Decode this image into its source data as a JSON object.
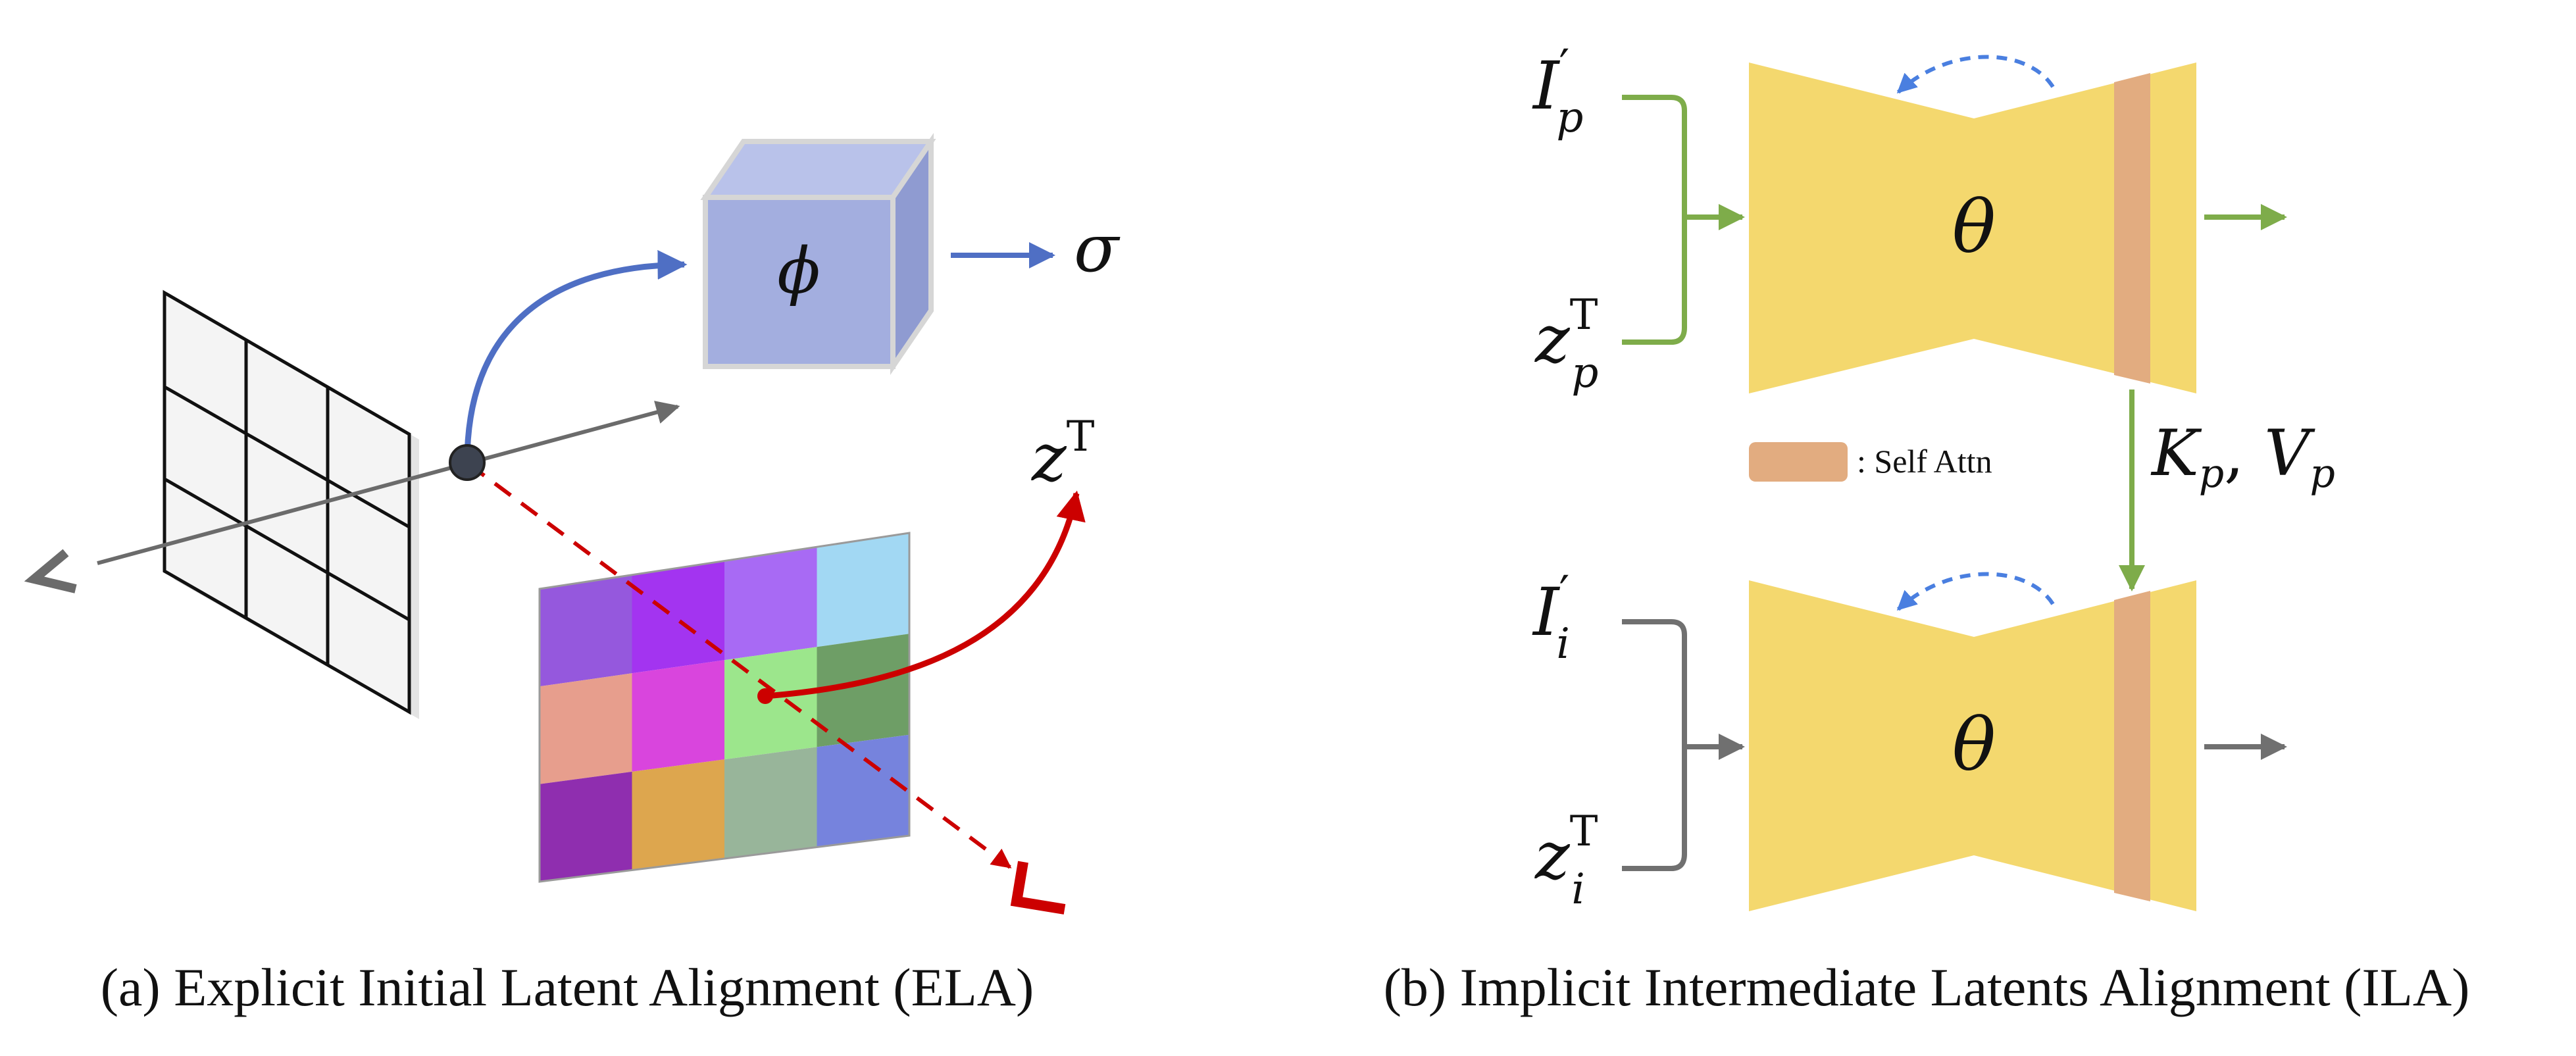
{
  "panel_a": {
    "caption": "(a) Explicit Initial Latent Alignment (ELA)",
    "cube_label": "ϕ",
    "sigma_label": "σ",
    "latent_label": {
      "base": "z",
      "sup": "T"
    },
    "grid_colors": [
      [
        "#9558dd",
        "#a334f0",
        "#a86af4",
        "#a2d8f3"
      ],
      [
        "#e79e8d",
        "#d945dd",
        "#9ce68c",
        "#6e9e66"
      ],
      [
        "#8f2eaf",
        "#dda64e",
        "#98b59a",
        "#7683dd"
      ]
    ],
    "colors": {
      "mlp": "#4f6fc4",
      "latent_ray": "#cc0000",
      "ray": "#6b6b6b",
      "cube_front": "#a3aedf",
      "cube_top": "#b9c2ea",
      "cube_side": "#8f9bd1"
    }
  },
  "panel_b": {
    "caption": "(b) Implicit Intermediate Latents Alignment (ILA)",
    "top_unet": {
      "label": "θ",
      "input_image": {
        "base": "I",
        "prime": "′",
        "sub": "p"
      },
      "input_latent": {
        "base": "z",
        "sup": "T",
        "sub": "p"
      }
    },
    "bottom_unet": {
      "label": "θ",
      "input_image": {
        "base": "I",
        "prime": "′",
        "sub": "i"
      },
      "input_latent": {
        "base": "z",
        "sup": "T",
        "sub": "i"
      }
    },
    "kv_label": "K_p, V_p",
    "legend": {
      "label": ": Self Attn"
    },
    "colors": {
      "unet": "#f4d86e",
      "self_attn": "#e2ac80",
      "top_arrow": "#7eac4a",
      "bottom_arrow": "#707070",
      "skip": "#4a7fe0"
    }
  }
}
